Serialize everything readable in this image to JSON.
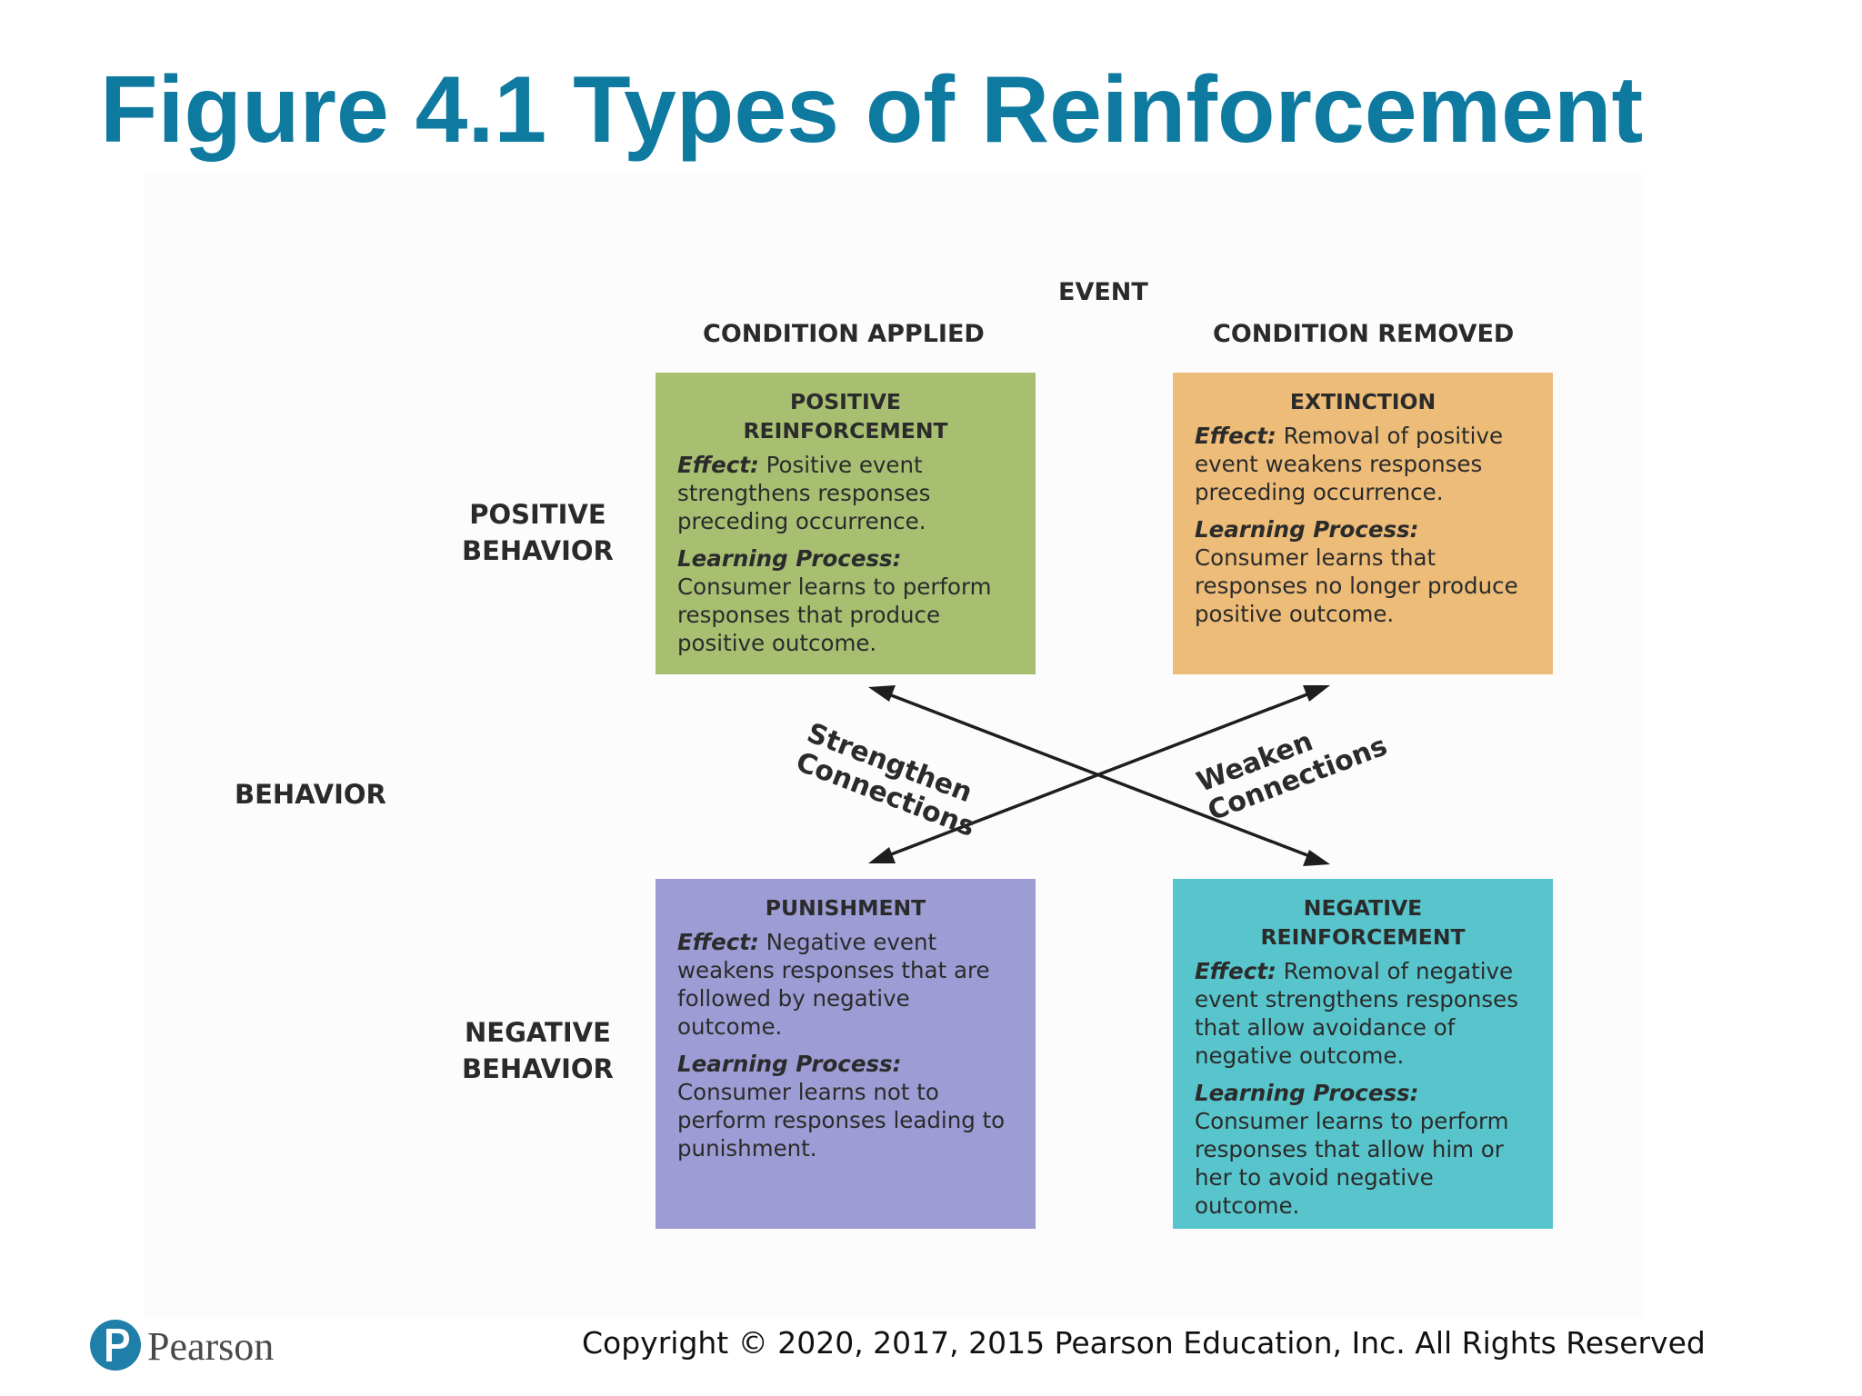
{
  "title": "Figure 4.1 Types of Reinforcement",
  "diagram": {
    "event_label": "EVENT",
    "condition_applied": "CONDITION APPLIED",
    "condition_removed": "CONDITION REMOVED",
    "behavior_label": "BEHAVIOR",
    "positive_behavior": "POSITIVE\nBEHAVIOR",
    "negative_behavior": "NEGATIVE\nBEHAVIOR",
    "strengthen_connections": "Strengthen\nConnections",
    "weaken_connections": "Weaken\nConnections",
    "boxes": {
      "positive_reinforcement": {
        "title": "POSITIVE\nREINFORCEMENT",
        "effect_label": "Effect:",
        "effect_text": " Positive event strengthens responses preceding occurrence.",
        "learning_label": "Learning Process:",
        "learning_text": "Consumer learns to perform responses that produce positive outcome.",
        "color": "#a8bf72"
      },
      "extinction": {
        "title": "EXTINCTION",
        "effect_label": "Effect:",
        "effect_text": " Removal of positive event weakens responses preceding occurrence.",
        "learning_label": "Learning Process:",
        "learning_text": "Consumer learns that responses no longer produce positive outcome.",
        "color": "#ecbc78"
      },
      "punishment": {
        "title": "PUNISHMENT",
        "effect_label": "Effect:",
        "effect_text": " Negative event weakens responses that are followed by negative outcome.",
        "learning_label": "Learning Process:",
        "learning_text": "Consumer learns not to perform responses leading to punishment.",
        "color": "#9d9cd4"
      },
      "negative_reinforcement": {
        "title": "NEGATIVE\nREINFORCEMENT",
        "effect_label": "Effect:",
        "effect_text": " Removal of negative event strengthens responses that allow avoidance of negative outcome.",
        "learning_label": "Learning Process:",
        "learning_text": "Consumer learns to perform responses that allow him or her to avoid negative outcome.",
        "color": "#58c5cc"
      }
    }
  },
  "footer": {
    "brand": "Pearson",
    "copyright": "Copyright © 2020, 2017, 2015 Pearson Education, Inc. All Rights Reserved"
  },
  "colors": {
    "title": "#0f7aa0",
    "logo": "#1f7fa8"
  }
}
